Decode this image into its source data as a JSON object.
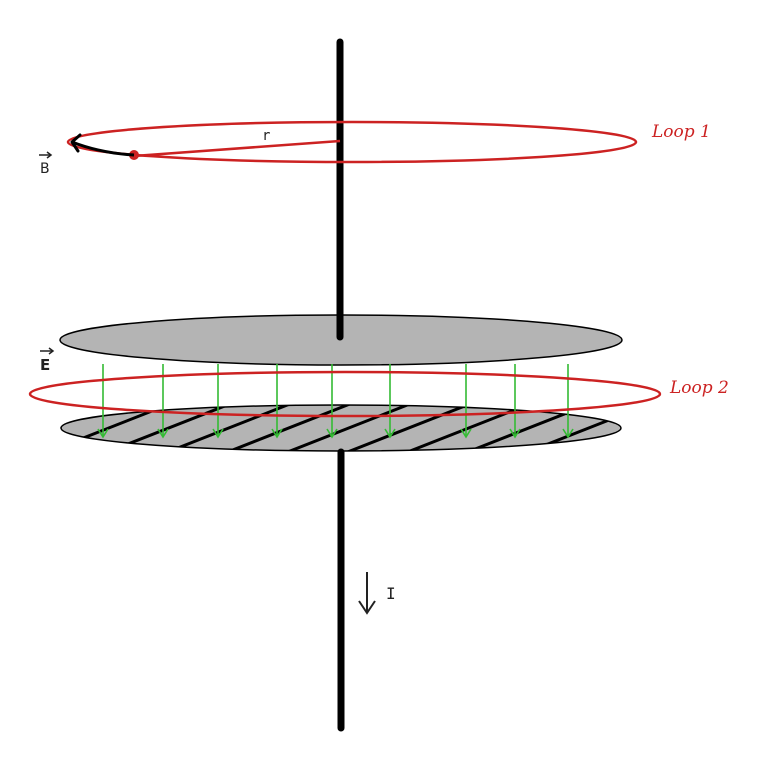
{
  "labels": {
    "loop1": "Loop 1",
    "loop2": "Loop 2",
    "radius": "r",
    "b_field": "B",
    "e_field": "E",
    "current": "I"
  },
  "colors": {
    "background": "#ffffff",
    "wire": "#000000",
    "loop": "#cc2222",
    "plate_fill": "#b4b4b4",
    "plate_outline": "#000000",
    "hatch": "#000000",
    "e_field_arrows": "#33bb33",
    "b_vector": "#000000",
    "radius_line": "#cc2222",
    "label_text": "#222222"
  },
  "elements": {
    "top_plate": "capacitor-plate",
    "bottom_plate": "capacitor-plate-hatched",
    "e_field_arrow_count": 9,
    "hatch_stripe_count": 11
  }
}
